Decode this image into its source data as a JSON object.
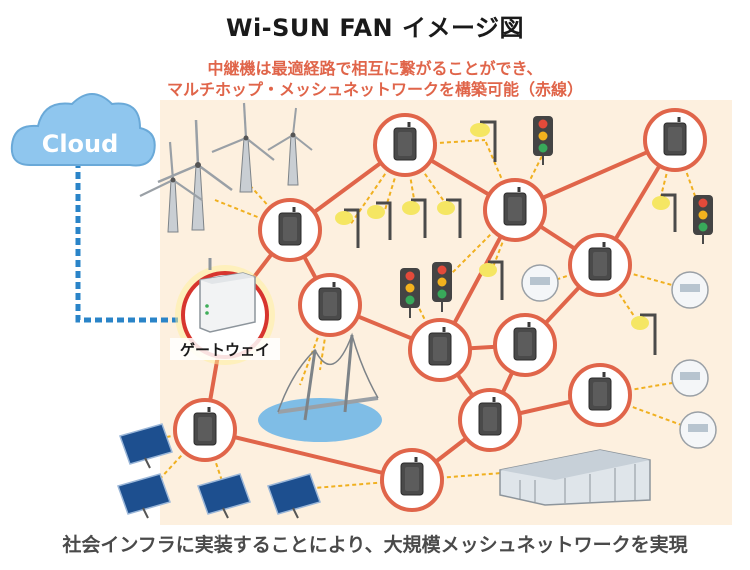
{
  "title": "Wi-SUN FAN イメージ図",
  "subtitle_line1": "中継機は最適経路で相互に繋がることができ、",
  "subtitle_line2": "マルチホップ・メッシュネットワークを構築可能（赤線）",
  "cloud_label": "Cloud",
  "gateway_label": "ゲートウェイ",
  "footer": "社会インフラに実装することにより、大規模メッシュネットワークを実現",
  "colors": {
    "mesh_line": "#e0654a",
    "node_ring": "#e0654a",
    "device": "#4a4a4a",
    "link_dashed": "#f0b020",
    "cloud": "#8fc6ee",
    "cloud_link": "#2a84c8",
    "background": "#fdf0df"
  }
}
